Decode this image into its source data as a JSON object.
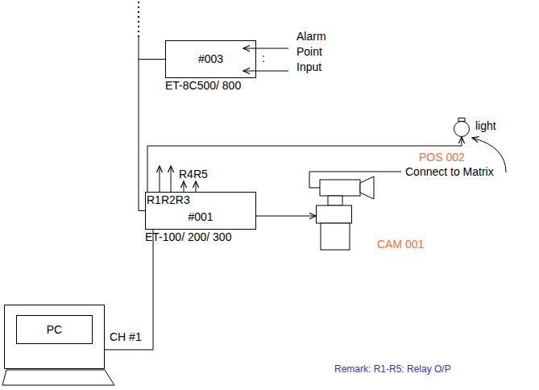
{
  "diagram": {
    "nodes": [
      {
        "text": [
          "#003",
          "ET-8C500/ 800"
        ]
      },
      {
        "text": [
          "light"
        ]
      },
      {
        "text": [
          "#001",
          "ET-100/ 200/ 300"
        ]
      },
      {
        "text": [
          "CAM 001"
        ]
      },
      {
        "text": [
          "PC"
        ]
      }
    ],
    "edges": [
      {
        "from": 2,
        "to": 0,
        "arrow": "none"
      },
      {
        "from": 2,
        "to": 1,
        "arrow": "to"
      },
      {
        "from": 2,
        "to": 3,
        "arrow": "to"
      },
      {
        "from": 4,
        "to": 2,
        "arrow": "none"
      }
    ],
    "labels": [
      "Alarm Point Input",
      ":",
      "R1R2R3",
      "R4R5",
      "POS 002",
      "Connect to Matrix",
      "CH #1",
      "Remark: R1-R5: Relay O/P"
    ]
  }
}
